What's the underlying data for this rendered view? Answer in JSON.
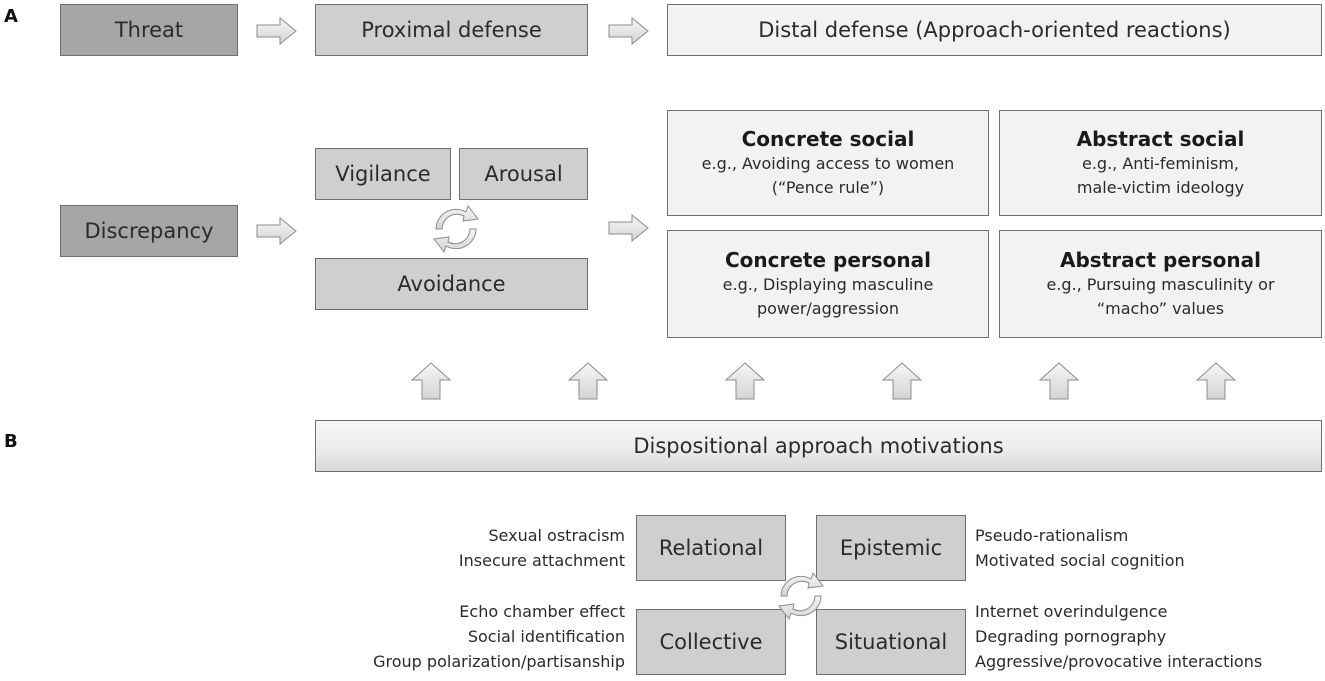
{
  "panels": {
    "a": "A",
    "b": "B"
  },
  "row1": {
    "threat": "Threat",
    "proximal": "Proximal defense",
    "distal": "Distal defense (Approach-oriented reactions)"
  },
  "row2": {
    "discrepancy": "Discrepancy",
    "vigilance": "Vigilance",
    "arousal": "Arousal",
    "avoidance": "Avoidance"
  },
  "reactions": {
    "concrete_social": {
      "title": "Concrete social",
      "line1": "e.g., Avoiding access to women",
      "line2": "(“Pence rule”)"
    },
    "abstract_social": {
      "title": "Abstract social",
      "line1": "e.g., Anti-feminism,",
      "line2": "male-victim ideology"
    },
    "concrete_personal": {
      "title": "Concrete personal",
      "line1": "e.g., Displaying masculine",
      "line2": "power/aggression"
    },
    "abstract_personal": {
      "title": "Abstract personal",
      "line1": "e.g., Pursuing masculinity or",
      "line2": "“macho” values"
    }
  },
  "motivations": {
    "banner": "Dispositional approach motivations",
    "relational": "Relational",
    "epistemic": "Epistemic",
    "collective": "Collective",
    "situational": "Situational"
  },
  "factors": {
    "relational": [
      "Sexual ostracism",
      "Insecure attachment"
    ],
    "epistemic": [
      "Pseudo-rationalism",
      "Motivated social cognition"
    ],
    "collective": [
      "Echo chamber effect",
      "Social identification",
      "Group polarization/partisanship"
    ],
    "situational": [
      "Internet overindulgence",
      "Degrading pornography",
      "Aggressive/provocative interactions"
    ]
  },
  "colors": {
    "dark_box": "#a6a6a6",
    "mid_box": "#cfcfcf",
    "light_box": "#f2f2f2",
    "border": "#6f6f6f"
  }
}
